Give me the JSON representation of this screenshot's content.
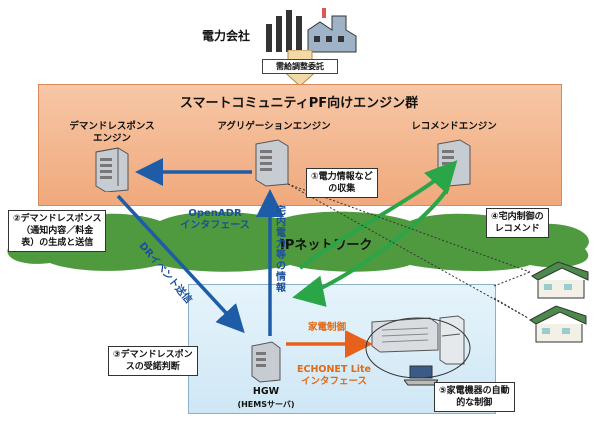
{
  "power_company": {
    "label": "電力会社"
  },
  "contract_badge": "需給調整委託",
  "platform": {
    "title": "スマートコミュニティPF向けエンジン群"
  },
  "engines": {
    "dr": "デマンドレスポンス\nエンジン",
    "aggregation": "アグリゲーションエンジン",
    "recommend": "レコメンドエンジン"
  },
  "callouts": {
    "c1": "①電力情報など\nの収集",
    "c2": "②デマンドレスポンス\n（通知内容／料金\n表）の生成と送信",
    "c3": "③デマンドレスポン\nスの受諾判断",
    "c4": "④宅内制御の\nレコメンド",
    "c5": "⑤家電機器の自動\n的な制御"
  },
  "network": {
    "label": "IPネットワーク"
  },
  "flows": {
    "openadr": "OpenADR\nインタフェース",
    "dr_event": "DRイベント送信",
    "home_power_info": "宅内電力等の情報",
    "appliance_control": "家電制御",
    "echonet": "ECHONET Lite\nインタフェース"
  },
  "hgw": {
    "label": "HGW",
    "sub": "(HEMSサーバ)"
  },
  "colors": {
    "platform": "#f0a97c",
    "cloud": "#4f9a3e",
    "blue_arrow": "#1f5ca8",
    "green_arrow": "#2aa548",
    "orange_arrow": "#e8611c"
  }
}
